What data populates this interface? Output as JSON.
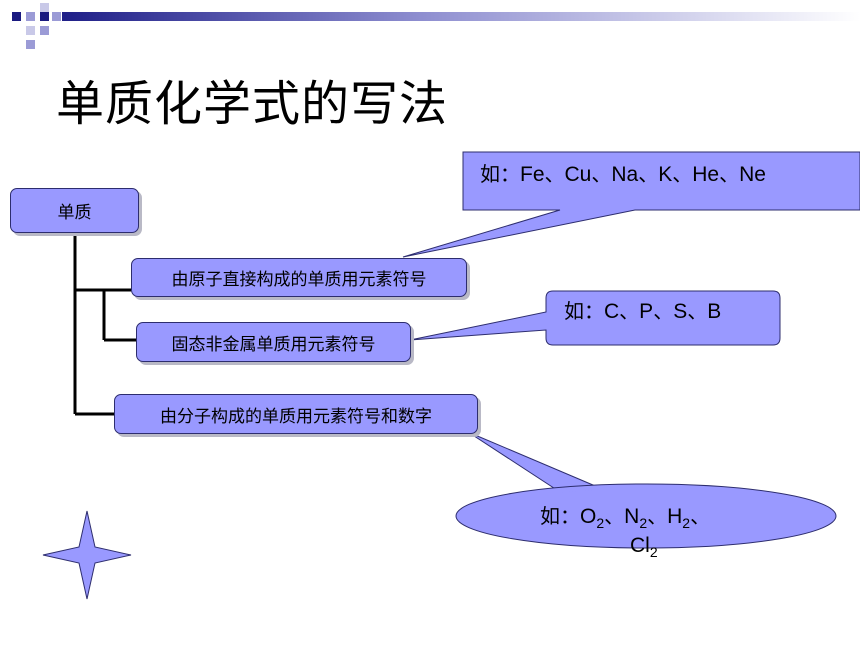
{
  "page": {
    "title": "单质化学式的写法"
  },
  "diagram": {
    "root": {
      "label": "单质"
    },
    "branches": [
      {
        "id": "atoms",
        "label": "由原子直接构成的单质用元素符号"
      },
      {
        "id": "solid-nonmetal",
        "label": "固态非金属单质用元素符号"
      },
      {
        "id": "molecules",
        "label": "由分子构成的单质用元素符号和数字"
      }
    ],
    "callouts": {
      "atoms": {
        "prefix": "如：",
        "items": [
          "Fe",
          "Cu",
          "Na",
          "K",
          "He",
          "Ne"
        ],
        "separator": "、"
      },
      "solid_nonmetal": {
        "prefix": "如：",
        "items": [
          "C",
          "P",
          "S",
          "B"
        ],
        "separator": "、"
      },
      "molecules": {
        "prefix": "如：",
        "items": [
          {
            "symbol": "O",
            "subscript": "2"
          },
          {
            "symbol": "N",
            "subscript": "2"
          },
          {
            "symbol": "H",
            "subscript": "2"
          },
          {
            "symbol": "Cl",
            "subscript": "2"
          }
        ],
        "separator": "、"
      }
    }
  },
  "colors": {
    "node_fill": "#9999ff",
    "node_border": "#2d2d6e",
    "connector": "#000000",
    "band_dark": "#1a1a80",
    "band_mid": "#7c7cc6",
    "band_light": "#c9c9e8"
  },
  "decor": {
    "star_icon": "four-point-star-icon"
  }
}
